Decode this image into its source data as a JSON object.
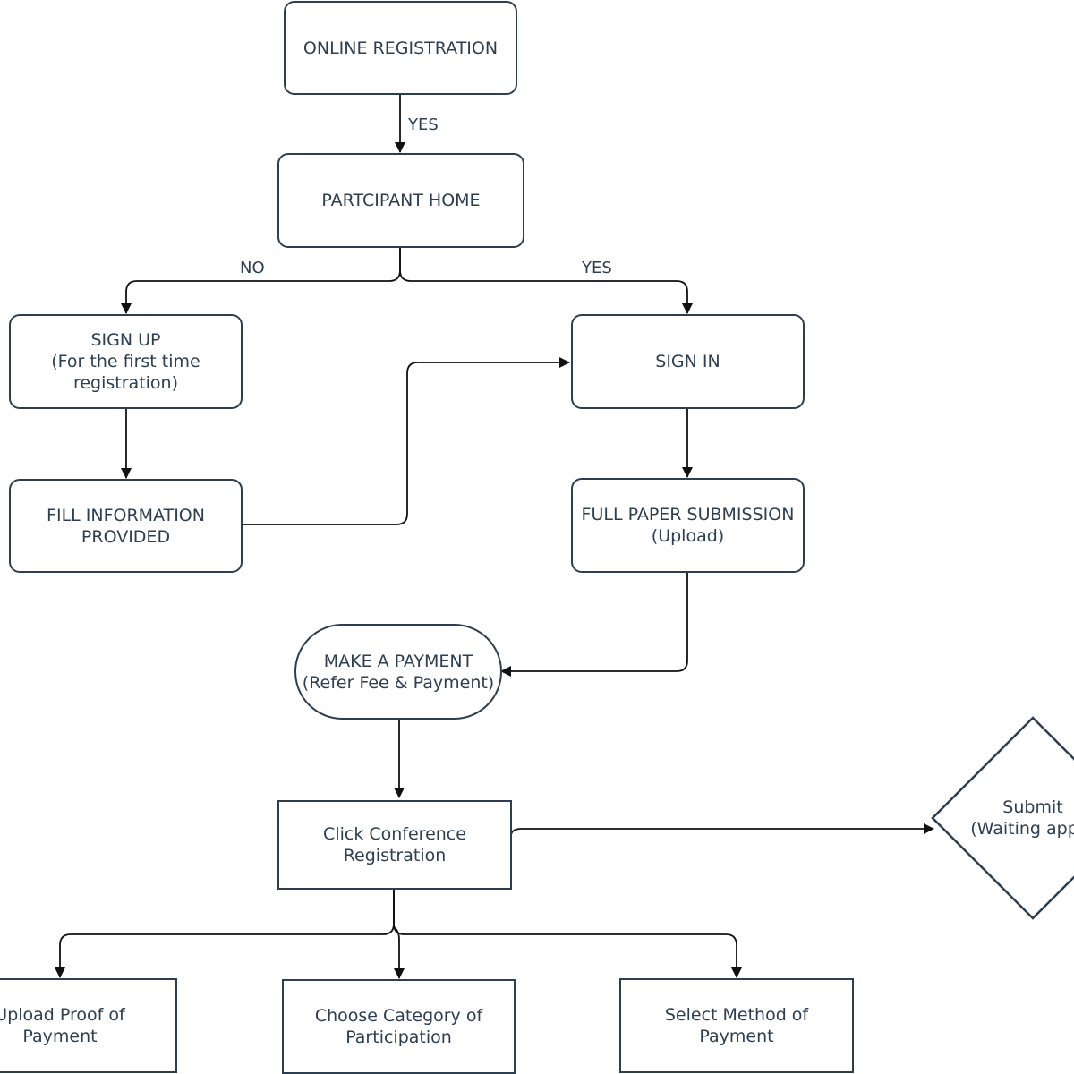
{
  "nodes": {
    "online_registration": {
      "lines": [
        "ONLINE REGISTRATION"
      ]
    },
    "participant_home": {
      "lines": [
        "PARTCIPANT HOME"
      ]
    },
    "sign_up": {
      "lines": [
        "SIGN UP",
        "(For the first time",
        "registration)"
      ]
    },
    "sign_in": {
      "lines": [
        "SIGN IN"
      ]
    },
    "fill_information": {
      "lines": [
        "FILL INFORMATION",
        "PROVIDED"
      ]
    },
    "full_paper_submission": {
      "lines": [
        "FULL PAPER SUBMISSION",
        "(Upload)"
      ]
    },
    "make_payment": {
      "lines": [
        "MAKE A PAYMENT",
        "(Refer Fee & Payment)"
      ]
    },
    "click_conference_registration": {
      "lines": [
        "Click Conference",
        "Registration"
      ]
    },
    "submit": {
      "lines": [
        "Submit",
        "(Waiting appro"
      ]
    },
    "upload_proof": {
      "lines": [
        "Upload Proof of",
        "Payment"
      ]
    },
    "choose_category": {
      "lines": [
        "Choose Category of",
        "Participation"
      ]
    },
    "select_method": {
      "lines": [
        "Select Method of",
        "Payment"
      ]
    }
  },
  "edge_labels": {
    "online_to_home": "YES",
    "home_to_signup": "NO",
    "home_to_signin": "YES"
  },
  "colors": {
    "stroke": "#2d3e50",
    "line": "#111111",
    "background": "#ffffff"
  }
}
